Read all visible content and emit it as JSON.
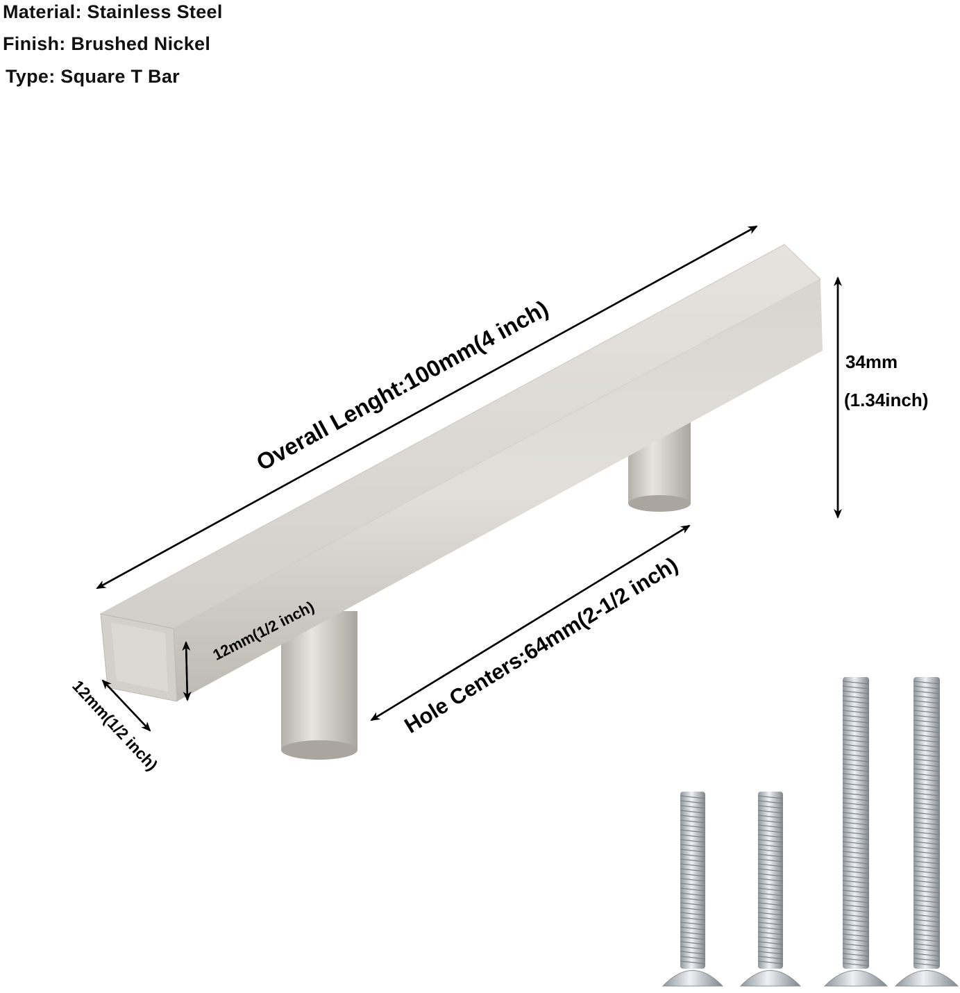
{
  "specs": {
    "material": "Material: Stainless Steel",
    "finish": "Finish: Brushed Nickel",
    "type": "Type: Square T Bar"
  },
  "dimensions": {
    "overall_length": "Overall Lenght:100mm(4 inch)",
    "height_mm": "34mm",
    "height_inch": "(1.34inch)",
    "hole_centers": "Hole Centers:64mm(2-1/2 inch)",
    "bar_height": "12mm(1/2 inch)",
    "bar_width": "12mm(1/2 inch)"
  }
}
